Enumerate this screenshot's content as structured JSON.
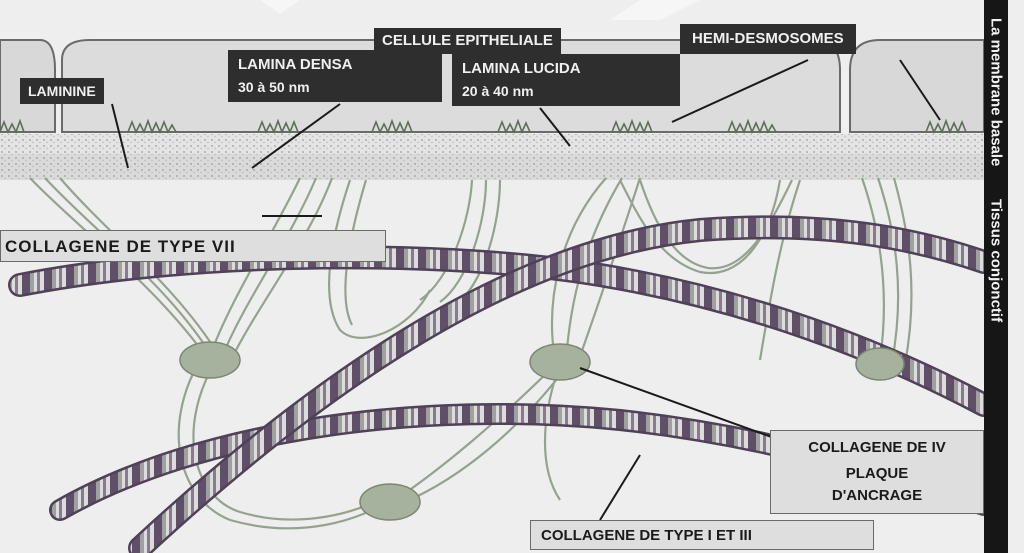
{
  "labels": {
    "cellule_epitheliale": "CELLULE EPITHELIALE",
    "hemi_desmosomes": "HEMI-DESMOSOMES",
    "laminine": "LAMININE",
    "lamina_densa": "LAMINA DENSA",
    "lamina_densa_size": "30 à 50 nm",
    "lamina_lucida": "LAMINA LUCIDA",
    "lamina_lucida_size": "20 à 40 nm",
    "collagene_vii": "COLLAGENE DE TYPE VII",
    "collagene_iv": "COLLAGENE DE IV",
    "plaque_line1": "PLAQUE",
    "plaque_line2": "D'ANCRAGE",
    "collagene_i_iii": "COLLAGENE DE TYPE I ET III"
  },
  "side_bar": {
    "membrane_basale": "La membrane basale",
    "tissus_conjonctif": "Tissus conjonctif"
  },
  "colors": {
    "fiber_dark": "#6b5a72",
    "fiber_light": "#dcdcdc",
    "anchoring_fibril": "#8c9a86",
    "plaque": "#a7b29e",
    "cell": "#dadada",
    "label_dark_bg": "#2e2e2e",
    "label_light_bg": "#dedede"
  }
}
